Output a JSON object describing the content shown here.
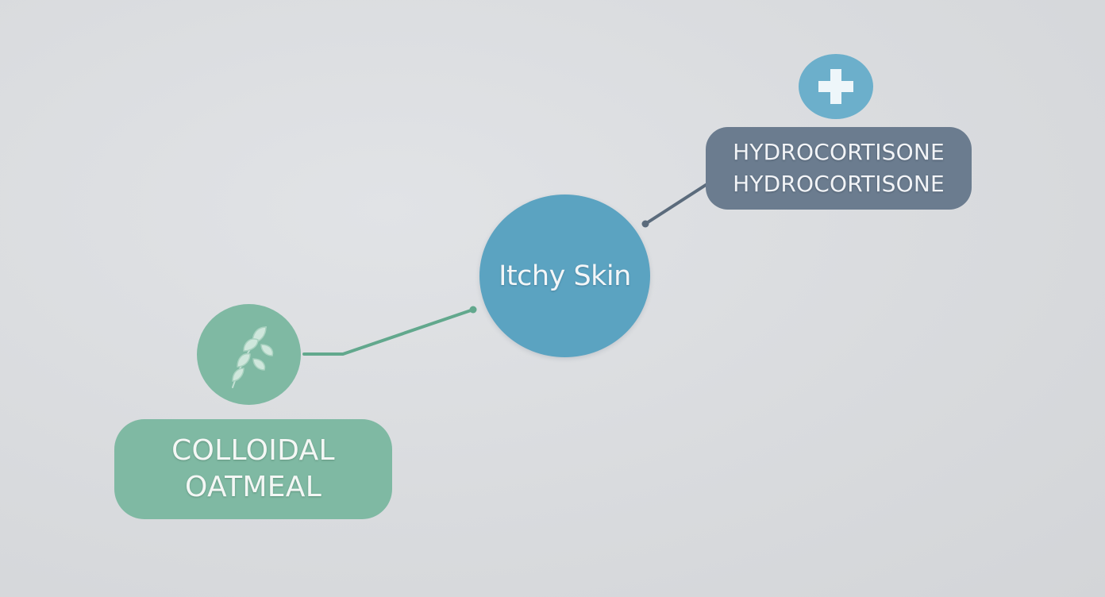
{
  "diagram": {
    "center": {
      "label": "Itchy Skin",
      "color": "#5ba3c1"
    },
    "nodes": [
      {
        "id": "colloidal-oatmeal",
        "lines": [
          "COLLOIDAL",
          "OATMEAL"
        ],
        "icon": "oat-leaf-icon",
        "color": "#7fb9a3"
      },
      {
        "id": "hydrocortisone",
        "lines": [
          "HYDROCORTISONE",
          "HYDROCORTISONE"
        ],
        "icon": "medical-plus-icon",
        "icon_color": "#6cafcb",
        "color": "#6b7c8f"
      }
    ],
    "connector_colors": {
      "oatmeal": "#62a88d",
      "hydrocortisone": "#5b6b7c"
    }
  }
}
